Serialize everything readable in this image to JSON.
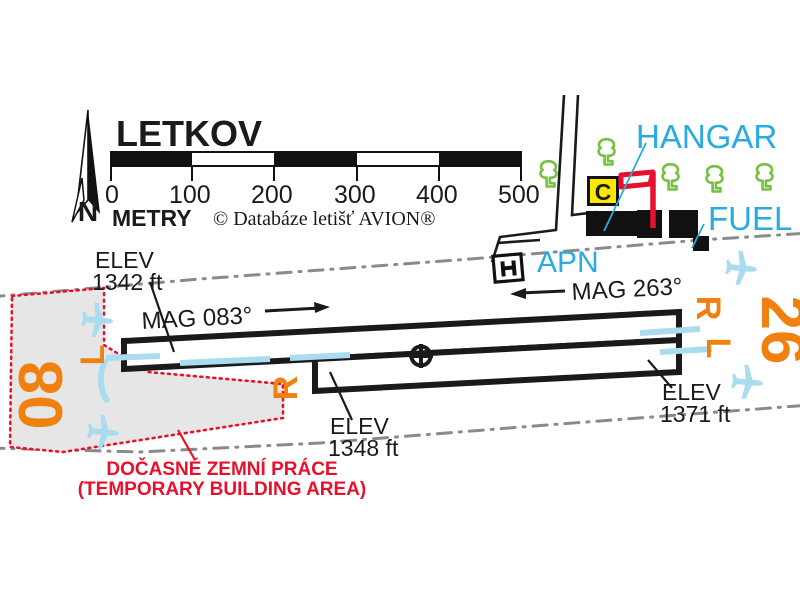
{
  "title": "LETKOV",
  "copyright": "© Databáze letišť AVION®",
  "scale": {
    "unit_label": "METRY",
    "ticks": [
      "0",
      "100",
      "200",
      "300",
      "400",
      "500"
    ],
    "segment_colors": [
      "#111111",
      "#ffffff",
      "#111111",
      "#ffffff",
      "#111111"
    ]
  },
  "compass": {
    "label": "N",
    "name": "north-arrow"
  },
  "runways": [
    {
      "id": "08L-26R",
      "designator_west": "08",
      "designator_east": "26",
      "side_west": "L",
      "side_east": "R",
      "bearing_label": "MAG 083°",
      "elev_west_label": "ELEV",
      "elev_west_value": "1342 ft",
      "elev_east_label": "ELEV",
      "elev_east_value": "1371 ft"
    },
    {
      "id": "08R-26L",
      "side_west": "R",
      "side_east": "L",
      "bearing_label": "MAG 263°",
      "elev_label": "ELEV",
      "elev_value": "1348 ft"
    }
  ],
  "elevations": [
    {
      "label": "ELEV",
      "value": "1342 ft"
    },
    {
      "label": "ELEV",
      "value": "1348 ft"
    },
    {
      "label": "ELEV",
      "value": "1371 ft"
    }
  ],
  "bearings": [
    {
      "text": "MAG 083°",
      "direction": "east"
    },
    {
      "text": "MAG 263°",
      "direction": "west"
    }
  ],
  "runway_designators": [
    {
      "text": "08",
      "color": "#f08010"
    },
    {
      "text": "26",
      "color": "#f08010"
    }
  ],
  "side_markers": [
    {
      "text": "L",
      "color": "#f08010",
      "position": "west-upper"
    },
    {
      "text": "R",
      "color": "#f08010",
      "position": "west-lower"
    },
    {
      "text": "R",
      "color": "#f08010",
      "position": "east-upper"
    },
    {
      "text": "L",
      "color": "#f08010",
      "position": "east-lower"
    }
  ],
  "facilities": [
    {
      "name": "HANGAR",
      "color": "#29abe2"
    },
    {
      "name": "FUEL",
      "color": "#29abe2"
    },
    {
      "name": "APN",
      "color": "#29abe2"
    }
  ],
  "signs": [
    {
      "text": "C",
      "background": "#ffe800",
      "text_color": "#111111",
      "name": "taxiway-sign-c"
    }
  ],
  "notice": {
    "line1": "DOČASNÉ ZEMNÍ PRÁCE",
    "line2": "(TEMPORARY BUILDING AREA)",
    "color": "#e8112d"
  },
  "colors": {
    "runway_outline": "#1a1a1a",
    "tree": "#76c043",
    "aircraft": "#aadcf0",
    "windsock": "#e8112d",
    "boundary": "#8a8a8a",
    "temp_area_fill": "#e6e6e6",
    "temp_area_border": "#e8112d",
    "sign_yellow": "#ffe800",
    "cyan": "#29abe2",
    "orange": "#f08010"
  },
  "symbols": {
    "arp": "aerodrome-reference-point",
    "helipad": "H"
  }
}
